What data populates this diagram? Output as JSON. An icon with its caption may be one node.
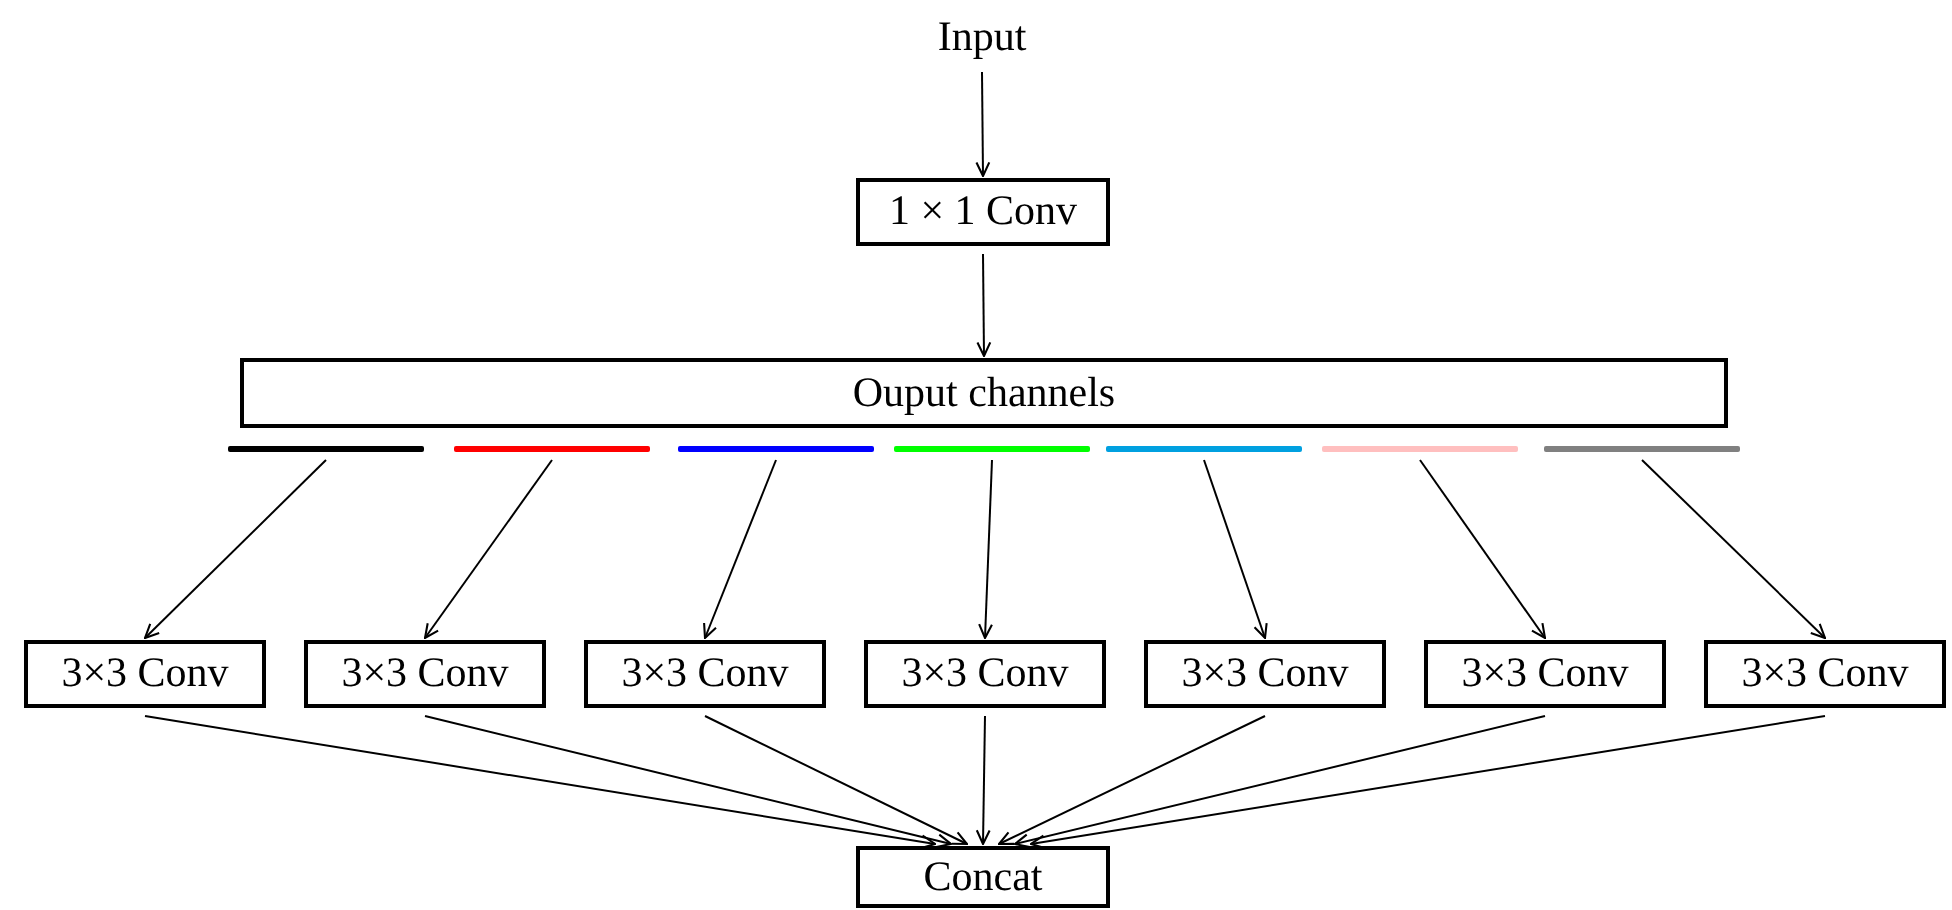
{
  "diagram": {
    "nodes": [
      {
        "text": [
          "Input"
        ]
      },
      {
        "text": [
          "1 × 1 Conv"
        ]
      },
      {
        "text": [
          "Ouput channels"
        ]
      },
      {
        "text": [],
        "shape": "bar"
      },
      {
        "text": [],
        "shape": "bar"
      },
      {
        "text": [],
        "shape": "bar"
      },
      {
        "text": [],
        "shape": "bar"
      },
      {
        "text": [],
        "shape": "bar"
      },
      {
        "text": [],
        "shape": "bar"
      },
      {
        "text": [],
        "shape": "bar"
      },
      {
        "text": [
          "3×3 Conv"
        ]
      },
      {
        "text": [
          "3×3 Conv"
        ]
      },
      {
        "text": [
          "3×3 Conv"
        ]
      },
      {
        "text": [
          "3×3 Conv"
        ]
      },
      {
        "text": [
          "3×3 Conv"
        ]
      },
      {
        "text": [
          "3×3 Conv"
        ]
      },
      {
        "text": [
          "3×3 Conv"
        ]
      },
      {
        "text": [
          "Concat"
        ]
      }
    ],
    "edges": [
      {
        "from": 0,
        "to": 1,
        "arrow": "to"
      },
      {
        "from": 1,
        "to": 2,
        "arrow": "to"
      },
      {
        "from": 3,
        "to": 10,
        "arrow": "to"
      },
      {
        "from": 4,
        "to": 11,
        "arrow": "to"
      },
      {
        "from": 5,
        "to": 12,
        "arrow": "to"
      },
      {
        "from": 6,
        "to": 13,
        "arrow": "to"
      },
      {
        "from": 7,
        "to": 14,
        "arrow": "to"
      },
      {
        "from": 8,
        "to": 15,
        "arrow": "to"
      },
      {
        "from": 9,
        "to": 16,
        "arrow": "to"
      },
      {
        "from": 10,
        "to": 17,
        "arrow": "to"
      },
      {
        "from": 11,
        "to": 17,
        "arrow": "to"
      },
      {
        "from": 12,
        "to": 17,
        "arrow": "to"
      },
      {
        "from": 13,
        "to": 17,
        "arrow": "to"
      },
      {
        "from": 14,
        "to": 17,
        "arrow": "to"
      },
      {
        "from": 15,
        "to": 17,
        "arrow": "to"
      },
      {
        "from": 16,
        "to": 17,
        "arrow": "to"
      }
    ]
  }
}
